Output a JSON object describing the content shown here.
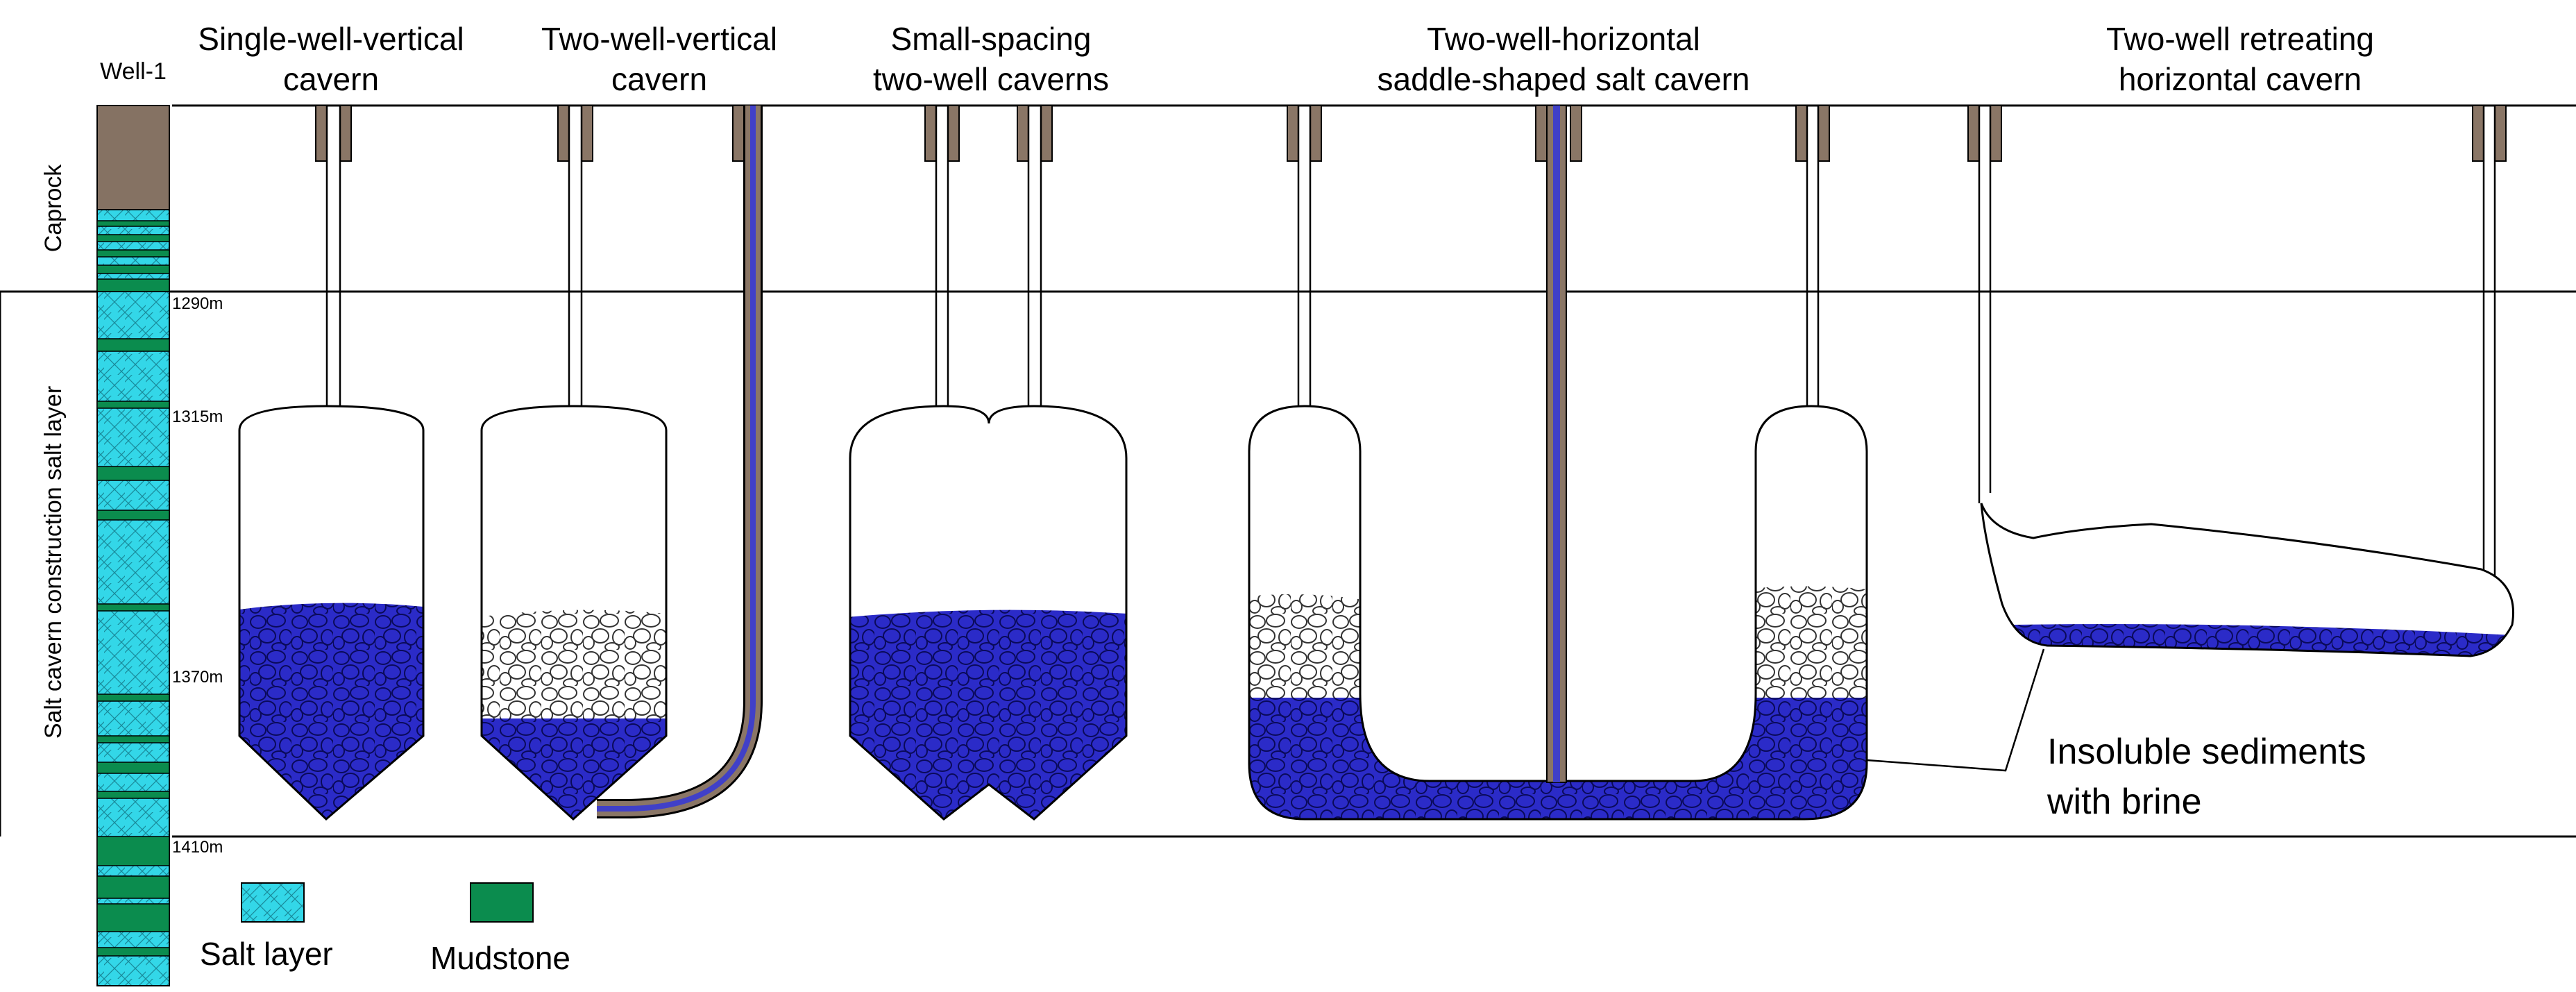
{
  "well": {
    "label": "Well-1"
  },
  "zones": {
    "caprock": "Caprock",
    "salt_layer": "Salt cavern construction salt layer"
  },
  "depths": [
    "1290m",
    "1315m",
    "1370m",
    "1410m"
  ],
  "caverns": [
    {
      "line1": "Single-well-vertical",
      "line2": "cavern"
    },
    {
      "line1": "Two-well-vertical",
      "line2": "cavern"
    },
    {
      "line1": "Small-spacing",
      "line2": "two-well caverns"
    },
    {
      "line1": "Two-well-horizontal",
      "line2": "saddle-shaped salt cavern"
    },
    {
      "line1": "Two-well retreating",
      "line2": "horizontal cavern"
    }
  ],
  "annotation": {
    "line1": "Insoluble sediments",
    "line2": "with brine"
  },
  "legend": {
    "salt": "Salt layer",
    "mudstone": "Mudstone"
  },
  "colors": {
    "caprock": "#857263",
    "salt": "#33d7e8",
    "mudstone": "#0b8c4e",
    "brine": "#2b2bc8",
    "pipe_casing": "#8a7666",
    "pipe_inner": "#4040c8"
  }
}
